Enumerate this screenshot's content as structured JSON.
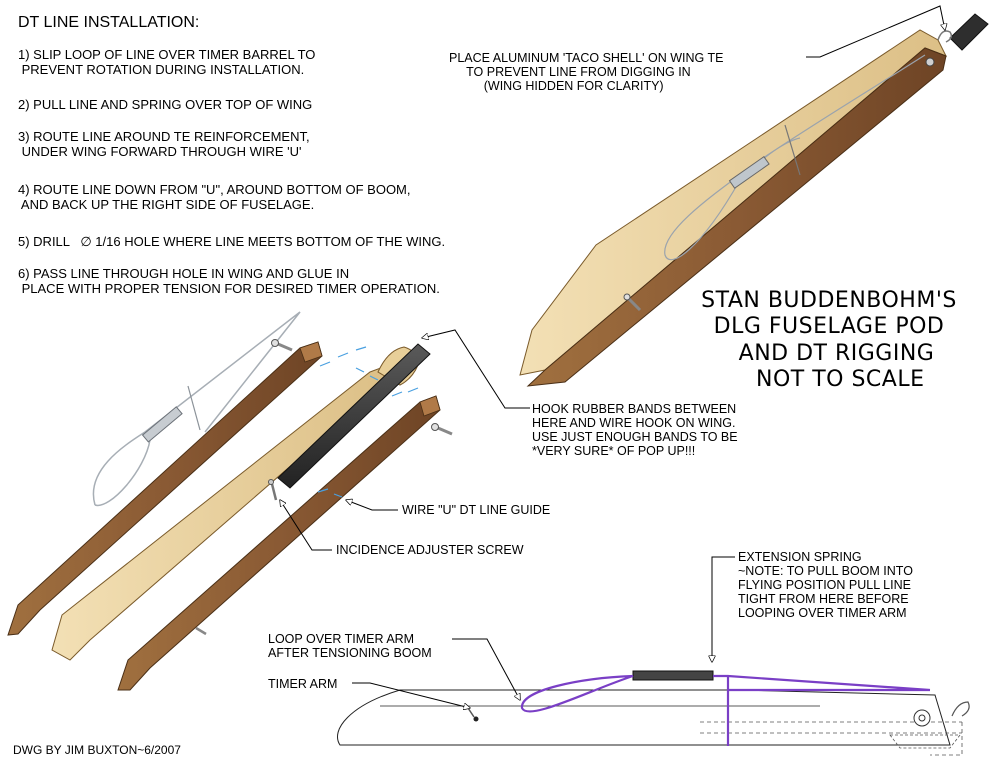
{
  "heading": "DT LINE INSTALLATION:",
  "steps": [
    "1) SLIP LOOP OF LINE OVER TIMER BARREL TO\n PREVENT ROTATION DURING INSTALLATION.",
    "2) PULL LINE AND SPRING OVER TOP OF WING",
    "3) ROUTE LINE AROUND TE REINFORCEMENT,\n UNDER WING FORWARD THROUGH WIRE 'U'",
    "4) ROUTE LINE DOWN FROM \"U\", AROUND BOTTOM OF BOOM,\n AND BACK UP THE RIGHT SIDE OF FUSELAGE.",
    "5) DRILL   ∅ 1/16 HOLE WHERE LINE MEETS BOTTOM OF THE WING.",
    "6) PASS LINE THROUGH HOLE IN WING AND GLUE IN\n PLACE WITH PROPER TENSION FOR DESIRED TIMER OPERATION."
  ],
  "callouts": {
    "taco_shell": "PLACE ALUMINUM 'TACO SHELL' ON WING TE\n     TO PREVENT LINE FROM DIGGING IN\n          (WING HIDDEN FOR CLARITY)",
    "rubber_bands": "HOOK RUBBER BANDS BETWEEN\nHERE AND WIRE HOOK ON WING.\nUSE JUST ENOUGH BANDS TO BE\n*VERY SURE* OF POP UP!!!",
    "wire_u": "WIRE \"U\" DT LINE GUIDE",
    "incidence_screw": "INCIDENCE ADJUSTER SCREW",
    "extension_spring": "EXTENSION SPRING\n~NOTE: TO PULL BOOM INTO\nFLYING POSITION PULL LINE\nTIGHT FROM HERE BEFORE\nLOOPING OVER TIMER ARM",
    "loop_timer_arm": "LOOP OVER TIMER ARM\nAFTER TENSIONING BOOM",
    "timer_arm": "TIMER ARM"
  },
  "title": "STAN BUDDENBOHM'S\nDLG FUSELAGE POD\n  AND DT RIGGING\n   NOT TO SCALE",
  "credit": "DWG BY JIM BUXTON~6/2007",
  "colors": {
    "wood_dark": "#8a5a34",
    "wood_light": "#e9cf98",
    "boom": "#3a3a3a",
    "dt_line": "#7a3fc6",
    "guide": "#4aa0e0",
    "wire": "#9aa3ad"
  }
}
